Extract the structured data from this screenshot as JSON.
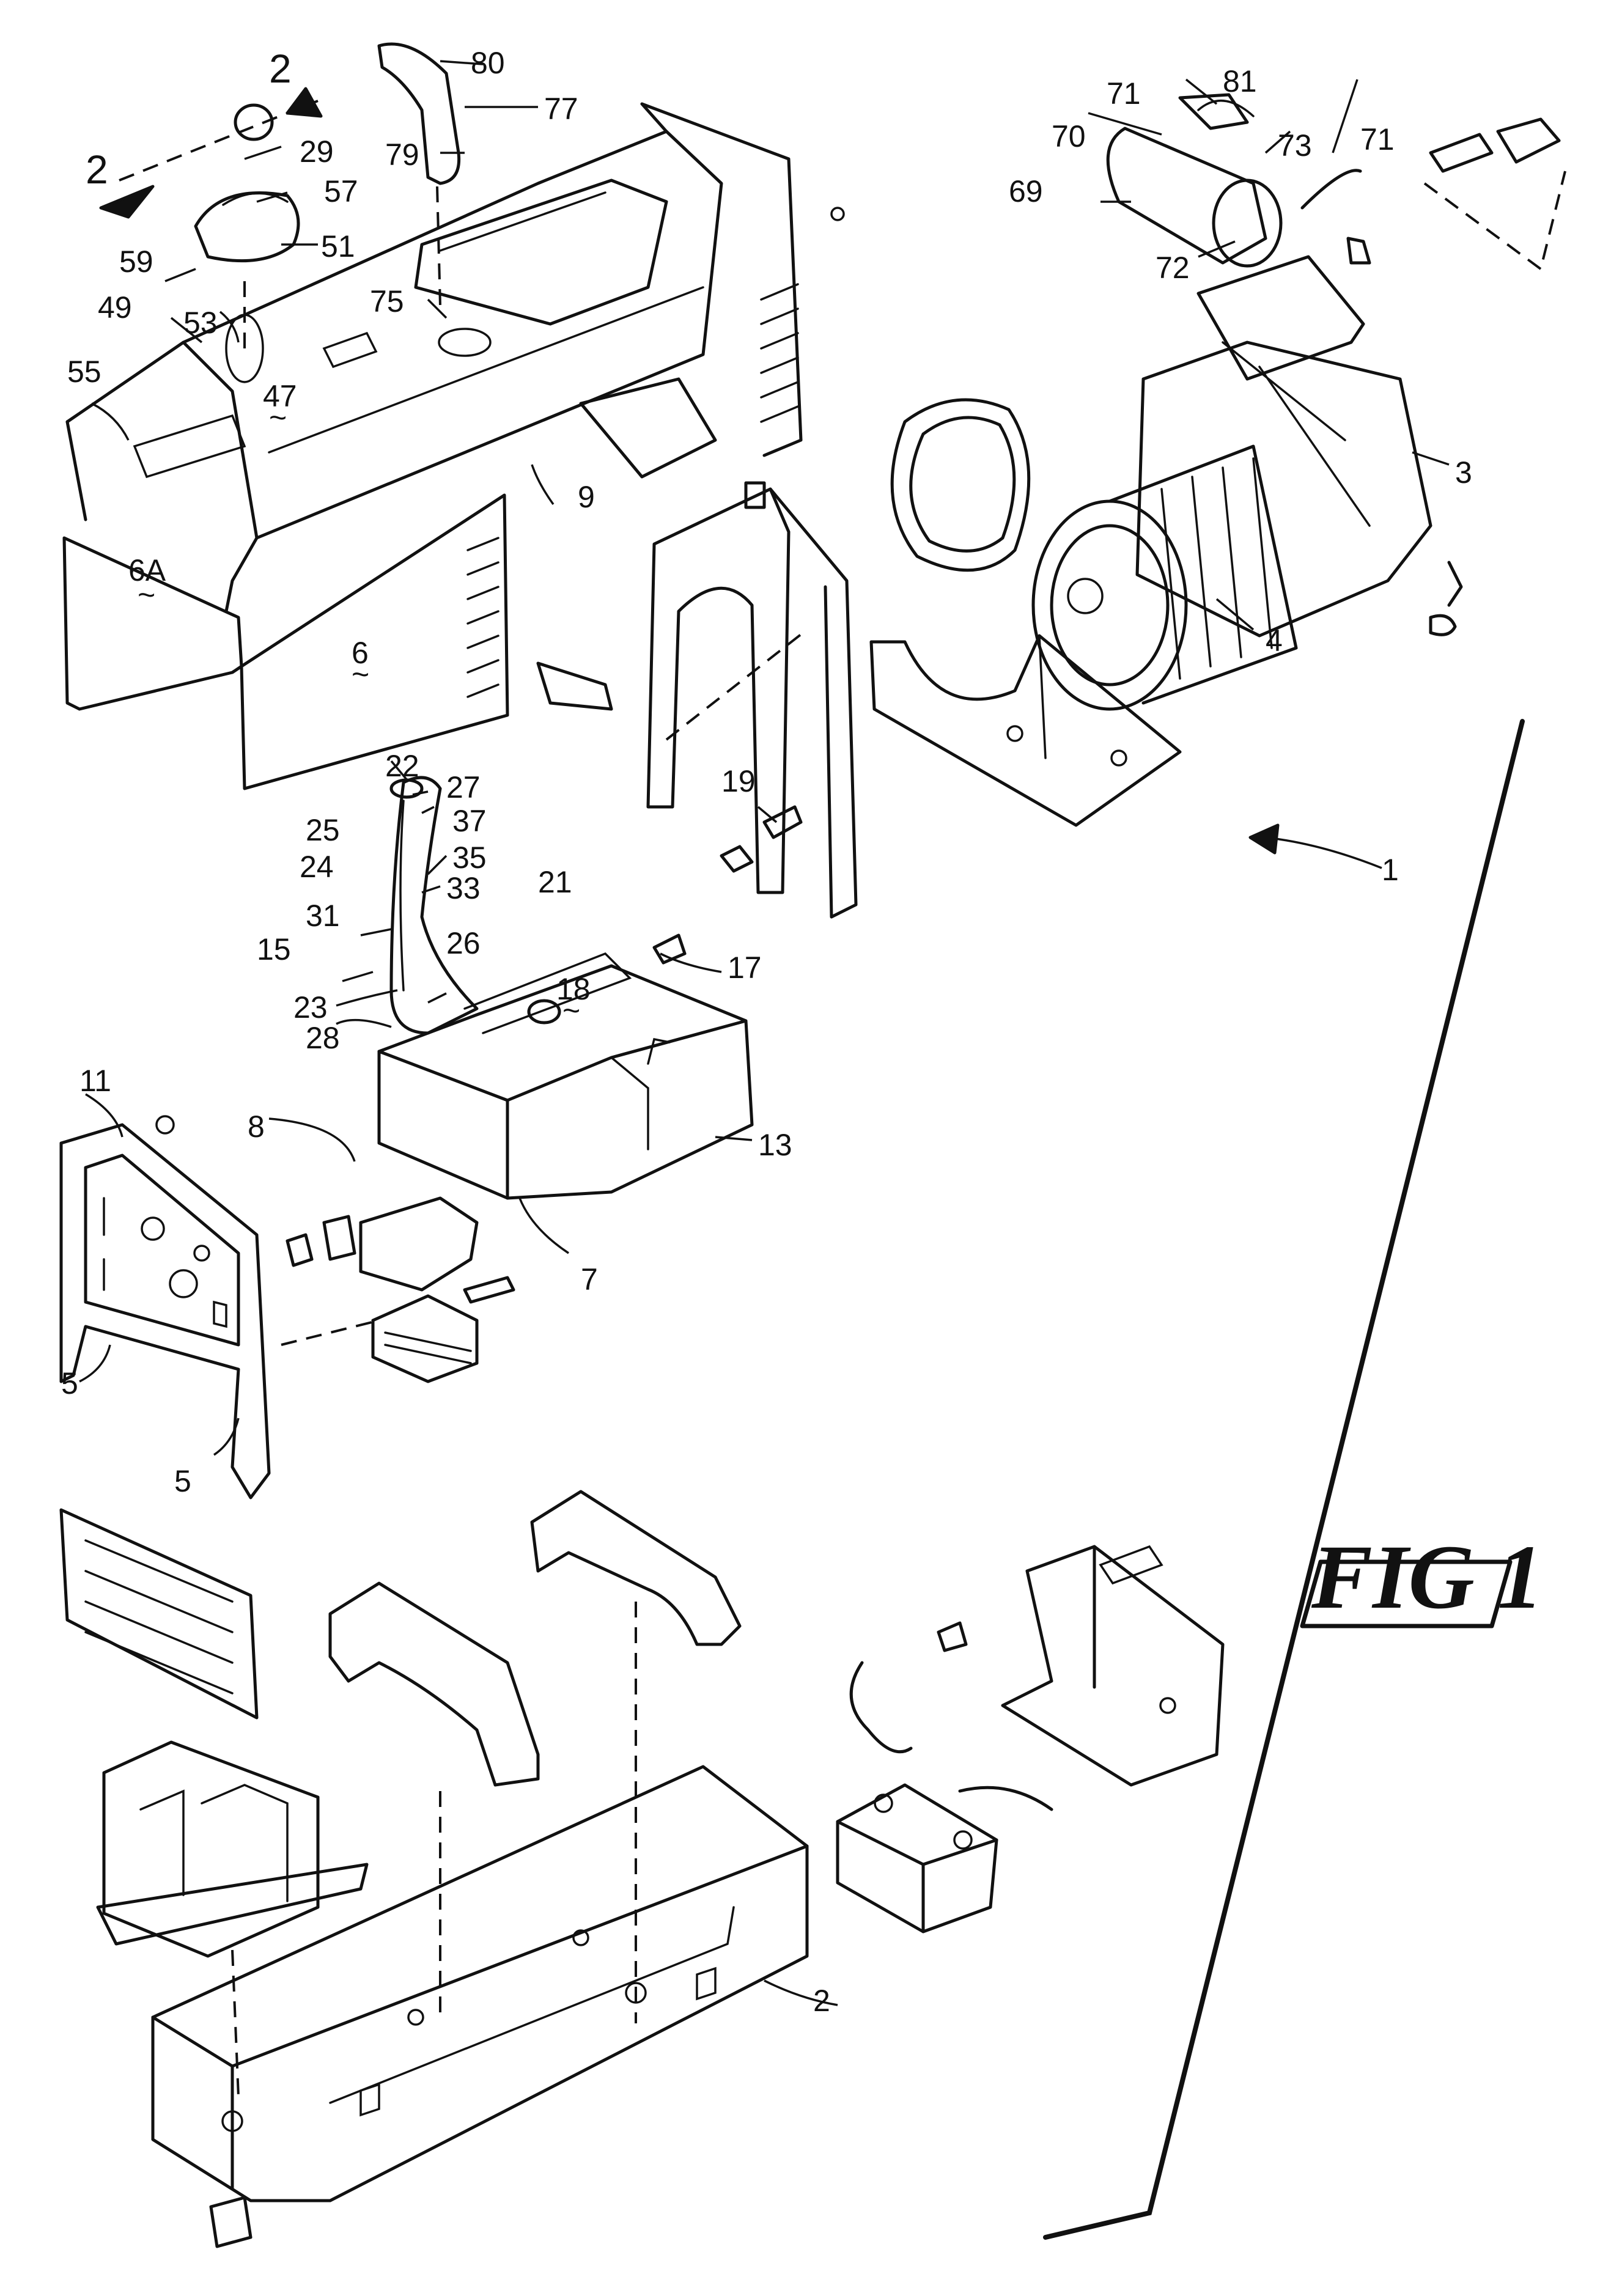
{
  "figure": {
    "label": "FIG 1",
    "section_marker": "2",
    "tilde": "~"
  },
  "reference_numerals": [
    "1",
    "2",
    "3",
    "4",
    "5",
    "5",
    "6",
    "6A",
    "7",
    "8",
    "9",
    "11",
    "13",
    "15",
    "17",
    "18",
    "19",
    "21",
    "22",
    "23",
    "24",
    "25",
    "26",
    "27",
    "28",
    "29",
    "31",
    "33",
    "35",
    "37",
    "47",
    "49",
    "51",
    "53",
    "55",
    "57",
    "59",
    "69",
    "70",
    "71",
    "71",
    "72",
    "73",
    "75",
    "77",
    "79",
    "80",
    "81"
  ]
}
